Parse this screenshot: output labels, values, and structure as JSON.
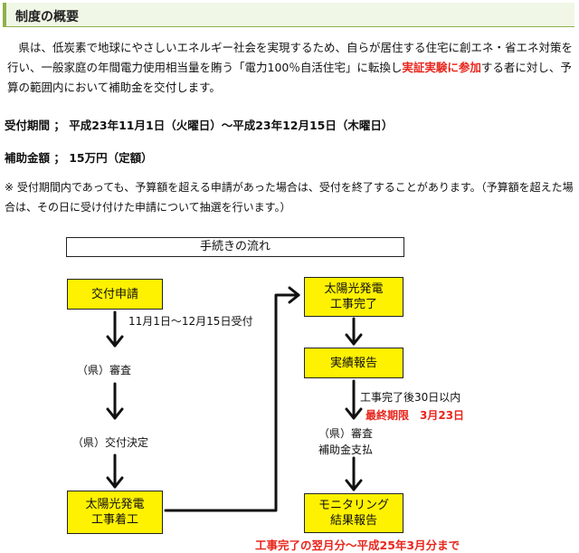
{
  "heading": "制度の概要",
  "intro": {
    "part1": "　県は、低炭素で地球にやさしいエネルギー社会を実現するため、自らが居住する住宅に創エネ・省エネ対策を行い、一般家庭の年間電力使用相当量を賄う「電力100％自活住宅」に転換し",
    "highlight": "実証実験に参加",
    "part2": "する者に対し、予算の範囲内において補助金を交付します。"
  },
  "period": "受付期間 ； 平成23年11月1日（火曜日）～平成23年12月15日（木曜日）",
  "amount": "補助金額 ； 15万円（定額）",
  "note": "※ 受付期間内であっても、予算額を超える申請があった場合は、受付を終了することがあります。（予算額を超えた場合は、その日に受け付けた申請について抽選を行います。）",
  "flow": {
    "title": "手続きの流れ",
    "apply": "交付申請",
    "apply_note": "11月1日～12月15日受付",
    "review": "（県）審査",
    "decision": "（県）交付決定",
    "start_l1": "太陽光発電",
    "start_l2": "工事着工",
    "done_l1": "太陽光発電",
    "done_l2": "工事完了",
    "report": "実績報告",
    "report_note": "工事完了後30日以内",
    "deadline": "最終期限　3月23日",
    "review2": "（県）審査",
    "payment": "補助金支払",
    "monitor_l1": "モニタリング",
    "monitor_l2": "結果報告",
    "monitor_note": "工事完了の翌月分～平成25年3月分まで"
  }
}
